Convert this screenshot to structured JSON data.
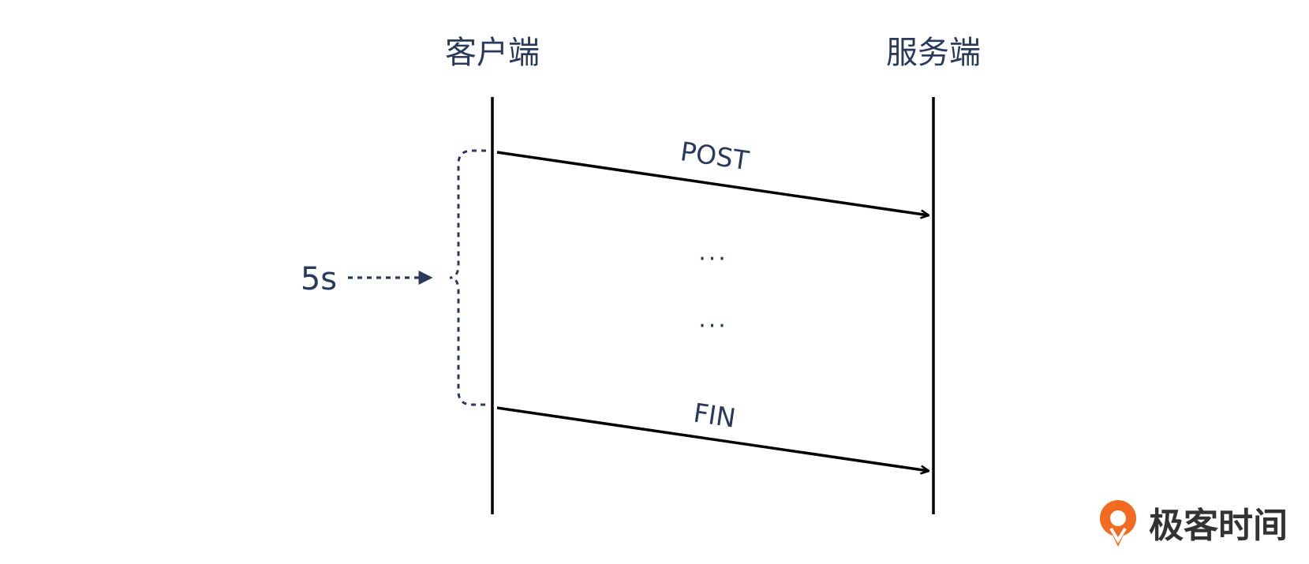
{
  "participants": {
    "client": "客户端",
    "server": "服务端"
  },
  "messages": [
    {
      "label": "POST",
      "from": "client",
      "to": "server"
    },
    {
      "label": "FIN",
      "from": "client",
      "to": "server"
    }
  ],
  "gap_markers": [
    "···",
    "···"
  ],
  "interval": {
    "label": "5s",
    "spans_messages": [
      "POST",
      "FIN"
    ]
  },
  "brand": {
    "name": "极客时间",
    "color": "#f26b21"
  },
  "colors": {
    "line": "#000000",
    "text": "#2a3a5c",
    "dashed": "#2a3a5c"
  }
}
